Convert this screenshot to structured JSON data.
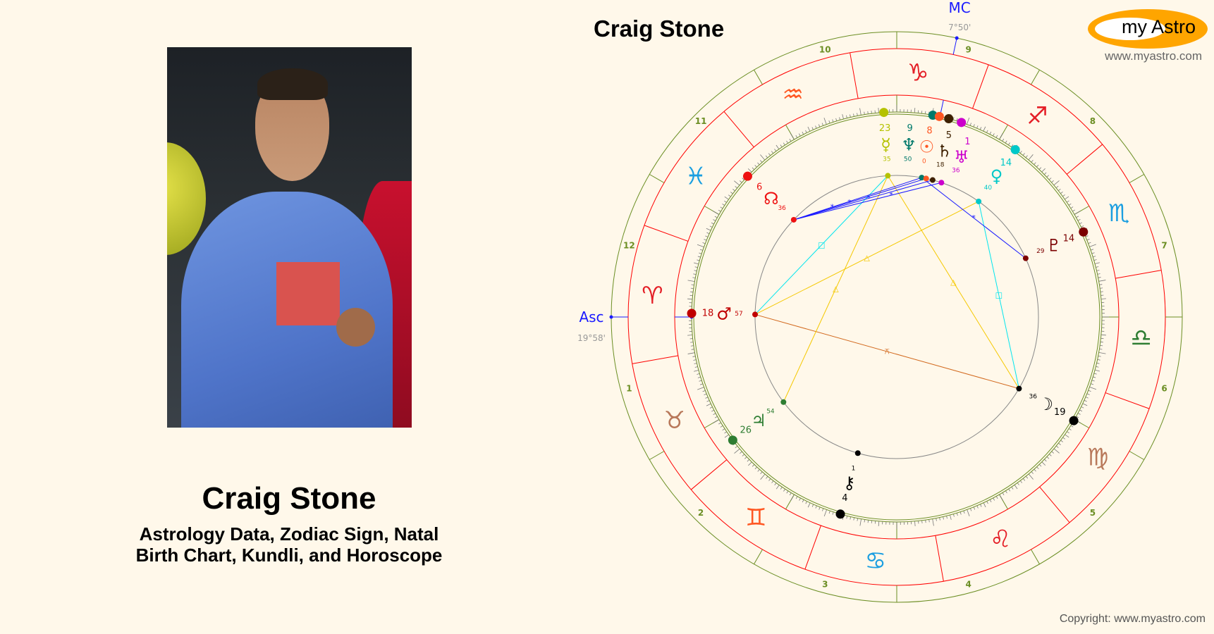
{
  "profile": {
    "name": "Craig Stone",
    "subtitle_line1": "Astrology Data, Zodiac Sign, Natal",
    "subtitle_line2": "Birth Chart, Kundli, and Horoscope"
  },
  "chart_title": "Craig Stone",
  "logo": {
    "my": "my",
    "astro": "Astro",
    "url": "www.myastro.com"
  },
  "copyright": "Copyright: www.myastro.com",
  "chart": {
    "ascendant": {
      "label": "Asc",
      "degree": "19°58'",
      "longitude": 19.97
    },
    "midheaven": {
      "label": "MC",
      "degree": "7°50'",
      "longitude": 277.83
    },
    "house_numbers": [
      "1",
      "2",
      "3",
      "4",
      "5",
      "6",
      "7",
      "8",
      "9",
      "10",
      "11",
      "12"
    ],
    "signs": [
      {
        "name": "aries",
        "glyph": "♈",
        "color": "#e41e26"
      },
      {
        "name": "taurus",
        "glyph": "♉",
        "color": "#b8785a"
      },
      {
        "name": "gemini",
        "glyph": "♊",
        "color": "#ff5722"
      },
      {
        "name": "cancer",
        "glyph": "♋",
        "color": "#1a9ee0"
      },
      {
        "name": "leo",
        "glyph": "♌",
        "color": "#e41e26"
      },
      {
        "name": "virgo",
        "glyph": "♍",
        "color": "#b8785a"
      },
      {
        "name": "libra",
        "glyph": "♎",
        "color": "#2e7d32"
      },
      {
        "name": "scorpio",
        "glyph": "♏",
        "color": "#1a9ee0"
      },
      {
        "name": "sagittarius",
        "glyph": "♐",
        "color": "#e41e26"
      },
      {
        "name": "capricorn",
        "glyph": "♑",
        "color": "#e41e26"
      },
      {
        "name": "aquarius",
        "glyph": "♒",
        "color": "#ff5722"
      },
      {
        "name": "pisces",
        "glyph": "♓",
        "color": "#1a9ee0"
      }
    ],
    "planets": [
      {
        "name": "mercury",
        "glyph": "☿",
        "deg": "23",
        "min": "35",
        "longitude": 293.58,
        "color": "#b5c200"
      },
      {
        "name": "neptune",
        "glyph": "♆",
        "deg": "9",
        "min": "50",
        "longitude": 279.83,
        "color": "#00796b"
      },
      {
        "name": "sun",
        "glyph": "☉",
        "deg": "8",
        "min": "0",
        "longitude": 278.0,
        "color": "#ff5722"
      },
      {
        "name": "saturn",
        "glyph": "♄",
        "deg": "5",
        "min": "18",
        "longitude": 275.3,
        "color": "#3e2000"
      },
      {
        "name": "uranus",
        "glyph": "♅",
        "deg": "1",
        "min": "36",
        "longitude": 271.6,
        "color": "#cc00cc"
      },
      {
        "name": "venus",
        "glyph": "♀",
        "deg": "14",
        "min": "40",
        "longitude": 254.67,
        "color": "#00c8c8"
      },
      {
        "name": "pluto",
        "glyph": "♇",
        "deg": "14",
        "min": "29",
        "longitude": 224.48,
        "color": "#7b0000"
      },
      {
        "name": "moon",
        "glyph": "☽",
        "deg": "19",
        "min": "36",
        "longitude": 169.6,
        "color": "#000000"
      },
      {
        "name": "chiron",
        "glyph": "⚷",
        "deg": "4",
        "min": "1",
        "longitude": 94.02,
        "color": "#000000"
      },
      {
        "name": "jupiter",
        "glyph": "♃",
        "deg": "26",
        "min": "54",
        "longitude": 56.9,
        "color": "#2e7d32"
      },
      {
        "name": "mars",
        "glyph": "♂",
        "deg": "18",
        "min": "57",
        "longitude": 18.95,
        "color": "#c00000"
      },
      {
        "name": "north-node",
        "glyph": "☊",
        "deg": "6",
        "min": "36",
        "longitude": 336.6,
        "color": "#ee1111"
      }
    ],
    "aspects": [
      {
        "from": "mars",
        "to": "moon",
        "type": "quincunx",
        "symbol": "⚻",
        "color": "#d2691e"
      },
      {
        "from": "mars",
        "to": "venus",
        "type": "trine",
        "symbol": "△",
        "color": "#f5c800"
      },
      {
        "from": "mercury",
        "to": "jupiter",
        "type": "trine",
        "symbol": "△",
        "color": "#f5c800"
      },
      {
        "from": "mercury",
        "to": "moon",
        "type": "trine",
        "symbol": "△",
        "color": "#f5c800"
      },
      {
        "from": "mars",
        "to": "mercury",
        "type": "square",
        "symbol": "□",
        "color": "#00e5ee"
      },
      {
        "from": "venus",
        "to": "moon",
        "type": "square",
        "symbol": "□",
        "color": "#00e5ee"
      },
      {
        "from": "north-node",
        "to": "neptune",
        "type": "sextile",
        "symbol": "*",
        "color": "#1a1aff"
      },
      {
        "from": "north-node",
        "to": "sun",
        "type": "sextile",
        "symbol": "*",
        "color": "#1a1aff"
      },
      {
        "from": "north-node",
        "to": "saturn",
        "type": "sextile",
        "symbol": "*",
        "color": "#1a1aff"
      },
      {
        "from": "north-node",
        "to": "uranus",
        "type": "sextile",
        "symbol": "*",
        "color": "#1a1aff"
      },
      {
        "from": "neptune",
        "to": "pluto",
        "type": "sextile",
        "symbol": "*",
        "color": "#1a1aff"
      }
    ],
    "colors": {
      "ring": "#6b8e23",
      "sign_ring": "#ff0000",
      "inner_circle": "#888888",
      "angles": "#1a1aff"
    }
  }
}
